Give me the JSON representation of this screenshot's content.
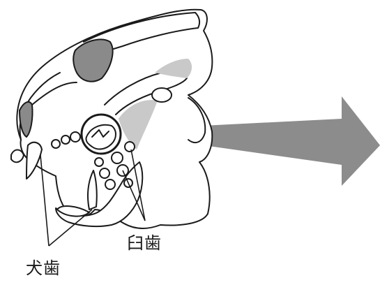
{
  "labels": {
    "molar": "臼歯",
    "canine": "犬歯"
  },
  "colors": {
    "outline": "#1a1a1a",
    "shade_dark": "#8a8a8a",
    "shade_light": "#c9c9c9",
    "arrow": "#8c8c8c",
    "background": "#ffffff"
  },
  "icons": {
    "skull": "lion-skull-illustration",
    "arrow": "right-pointing-arrow",
    "magnifier": "circle-highlight"
  }
}
